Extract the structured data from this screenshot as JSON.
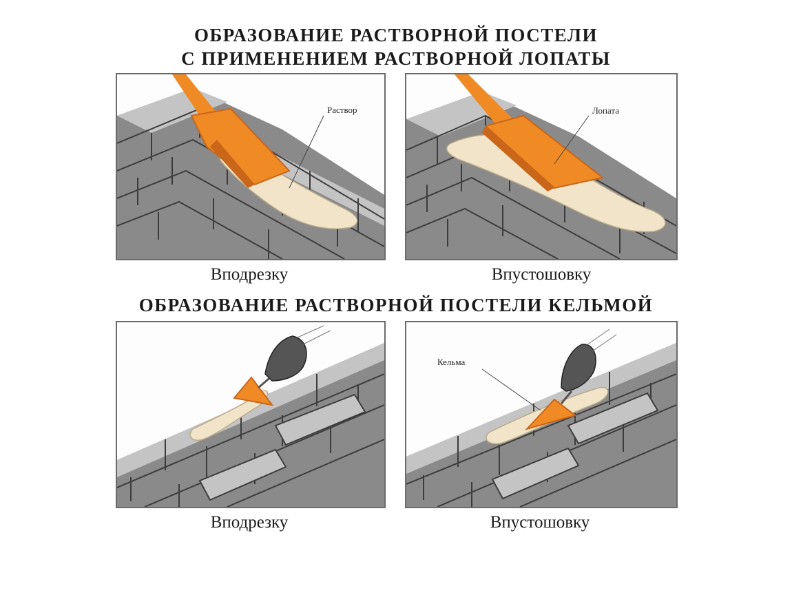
{
  "heading_shovel": {
    "line1": "ОБРАЗОВАНИЕ РАСТВОРНОЙ ПОСТЕЛИ",
    "line2": "С ПРИМЕНЕНИЕМ РАСТВОРНОЙ ЛОПАТЫ"
  },
  "heading_trowel": "ОБРАЗОВАНИЕ РАСТВОРНОЙ ПОСТЕЛИ КЕЛЬМОЙ",
  "panels": {
    "shovel_undercut": {
      "caption": "Вподрезку",
      "callout": "Раствор"
    },
    "shovel_hollow": {
      "caption": "Впустошовку",
      "callout": "Лопата"
    },
    "trowel_undercut": {
      "caption": "Вподрезку"
    },
    "trowel_hollow": {
      "caption": "Впустошовку",
      "callout": "Кельма"
    }
  },
  "colors": {
    "brick_face": "#8a8a8a",
    "brick_top": "#c4c4c4",
    "brick_side": "#6e6e6e",
    "mortar": "#f1e4c8",
    "tool": "#f08a24",
    "tool_dark": "#c9661a",
    "glove": "#555555"
  }
}
